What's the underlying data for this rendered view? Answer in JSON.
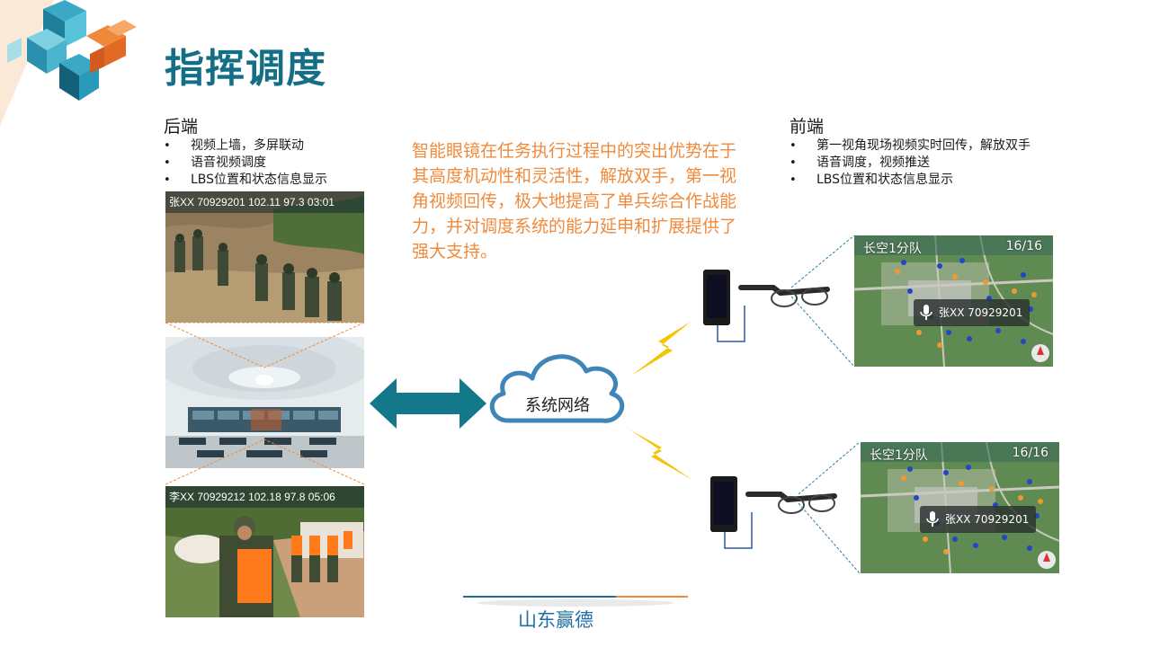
{
  "slide": {
    "title": "指挥调度"
  },
  "backend": {
    "heading": "后端",
    "bullets": [
      "视频上墙，多屏联动",
      "语音视频调度",
      "LBS位置和状态信息显示"
    ],
    "photo_top": {
      "caption": "张XX 70929201   102.11  97.3      03:01"
    },
    "photo_bottom": {
      "caption": "李XX 70929212  102.18  97.8      05:06"
    }
  },
  "frontend": {
    "heading": "前端",
    "bullets": [
      "第一视角现场视频实时回传，解放双手",
      "语音调度，视频推送",
      "LBS位置和状态信息显示"
    ]
  },
  "middle": {
    "description": "智能眼镜在任务执行过程中的突出优势在于其高度机动性和灵活性，解放双手，第一视角视频回传，极大地提高了单兵综合作战能力，并对调度系统的能力延申和扩展提供了强大支持。"
  },
  "network": {
    "label": "系统网络"
  },
  "maps": [
    {
      "team": "长空1分队",
      "count": "16/16",
      "user": "张XX 70929201"
    },
    {
      "team": "长空1分队",
      "count": "16/16",
      "user": "张XX 70929201"
    }
  ],
  "footer": {
    "brand": "山东赢德"
  },
  "colors": {
    "title": "#146f86",
    "accent_orange": "#f08a3c",
    "teal_arrow": "#13788a",
    "cloud_stroke": "#3f86b8",
    "lightning": "#f5c400"
  }
}
